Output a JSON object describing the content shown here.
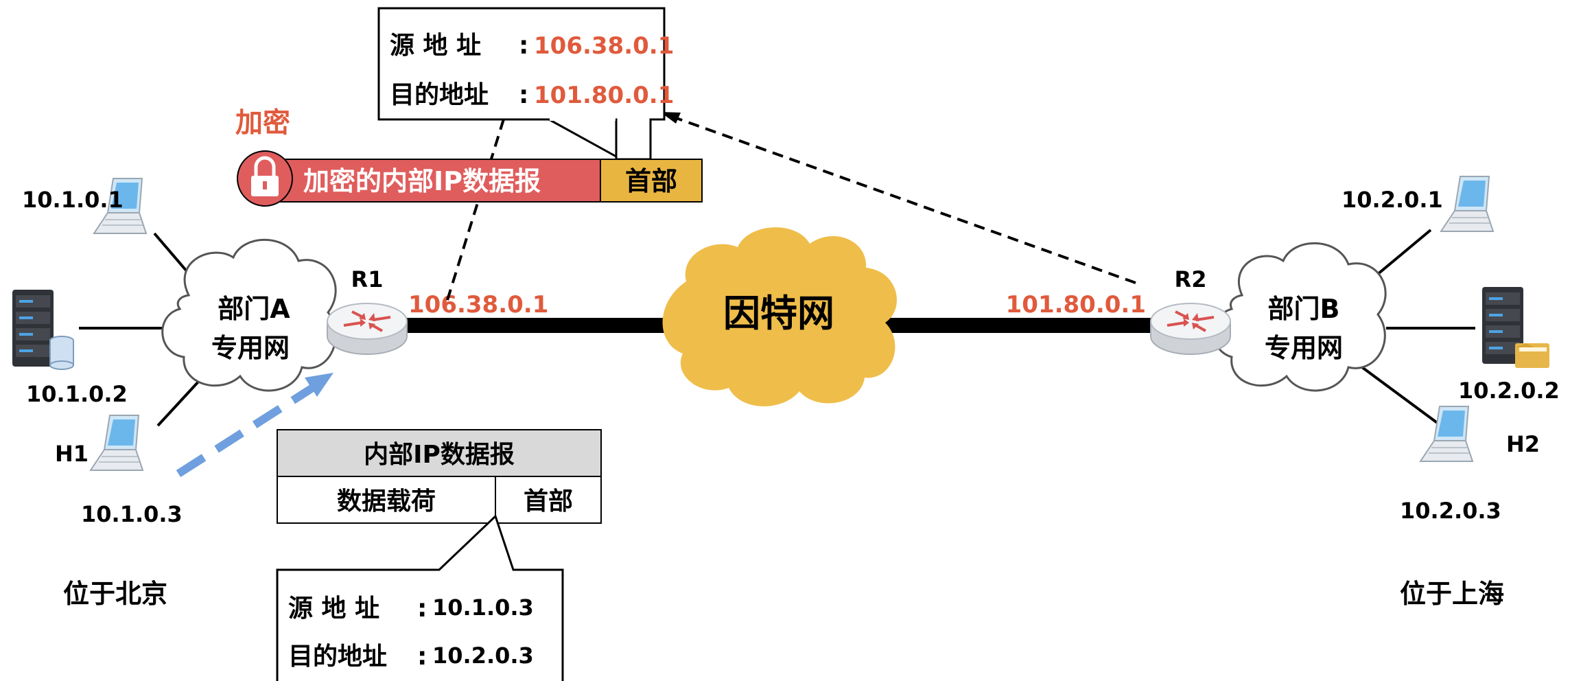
{
  "left_site": {
    "cloud_line1": "部门A",
    "cloud_line2": "专用网",
    "location": "位于北京",
    "host_top_ip": "10.1.0.1",
    "server_ip": "10.1.0.2",
    "host_bottom_name": "H1",
    "host_bottom_ip": "10.1.0.3"
  },
  "right_site": {
    "cloud_line1": "部门B",
    "cloud_line2": "专用网",
    "location": "位于上海",
    "host_top_ip": "10.2.0.1",
    "server_ip": "10.2.0.2",
    "host_bottom_name": "H2",
    "host_bottom_ip": "10.2.0.3"
  },
  "routers": {
    "r1_name": "R1",
    "r1_public_ip": "106.38.0.1",
    "r2_name": "R2",
    "r2_public_ip": "101.80.0.1"
  },
  "internet_label": "因特网",
  "encryption": {
    "label": "加密",
    "payload_label": "加密的内部IP数据报",
    "header_label": "首部"
  },
  "outer_header": {
    "src_label": "源 地 址",
    "src_value": "106.38.0.1",
    "dst_label": "目的地址",
    "dst_value": "101.80.0.1",
    "separator": ":"
  },
  "inner_datagram": {
    "title": "内部IP数据报",
    "payload_label": "数据载荷",
    "header_label": "首部"
  },
  "inner_header": {
    "src_label": "源 地 址",
    "src_value": "10.1.0.3",
    "dst_label": "目的地址",
    "dst_value": "10.2.0.3",
    "separator": ":"
  },
  "colors": {
    "accent_red": "#e05a3c",
    "packet_red": "#e05d5d",
    "header_yellow": "#e9b541",
    "cloud_yellow": "#efbd4a",
    "arrow_blue": "#6f9fde"
  }
}
